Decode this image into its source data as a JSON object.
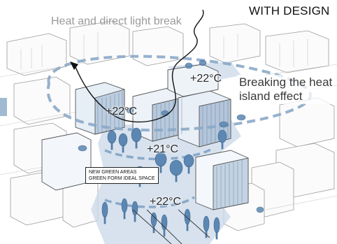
{
  "title": "WITH DESIGN",
  "heat_label": "Heat and direct light break",
  "island_label": {
    "line1": "Breaking the heat",
    "line2": "island effect"
  },
  "temperatures": {
    "t1": "+22°C",
    "t2": "+22°C",
    "t3": "+21°C",
    "t4": "+22°C"
  },
  "green_note": {
    "line1": "NEW GREEN AREAS",
    "line2": "GREEN FORM IDEAL SPACE"
  },
  "colors": {
    "accent_blue": "#6f94b8",
    "dashed_ring": "#8aa9c8",
    "tree": "#5c87b2",
    "shade": "#c9d8e8"
  }
}
